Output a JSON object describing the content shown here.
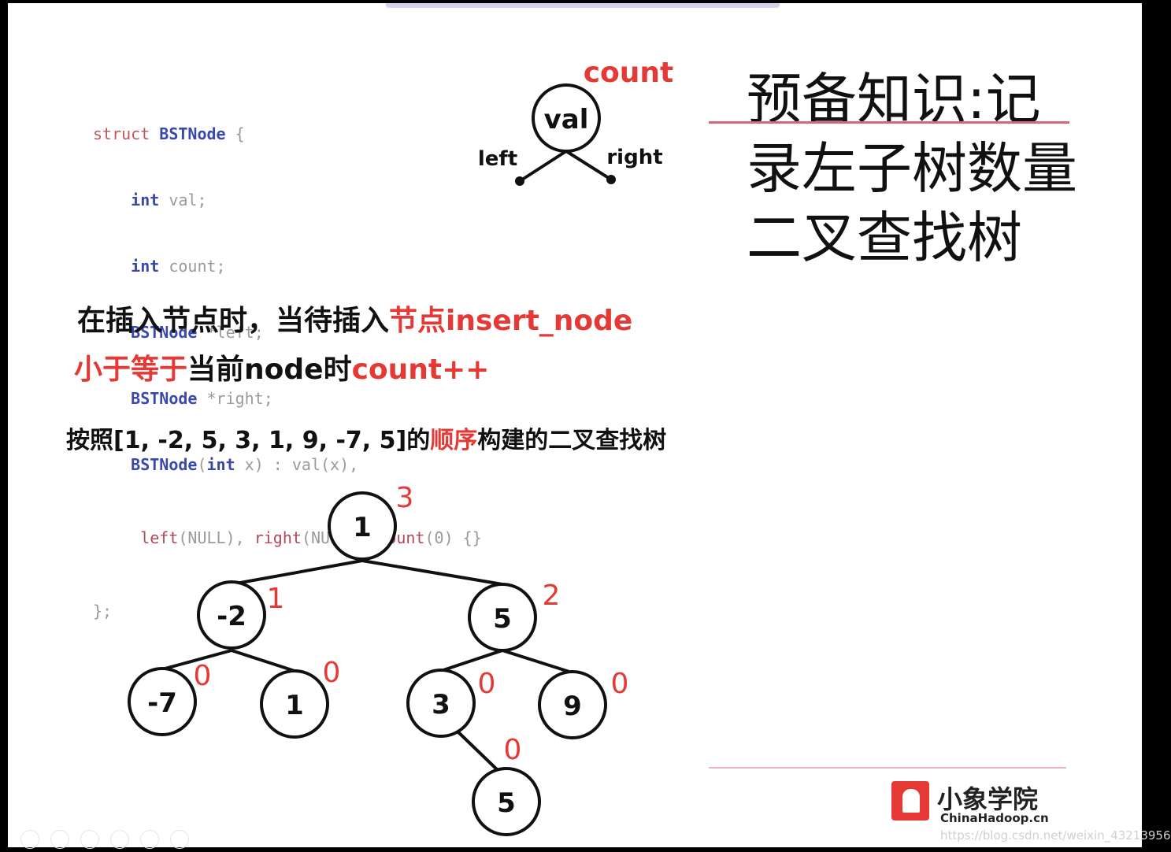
{
  "code": {
    "line1": {
      "kw": "struct",
      "name": "BSTNode",
      "rest": " {"
    },
    "line2": {
      "ty": "int",
      "rest": " val;"
    },
    "line3": {
      "ty": "int",
      "rest": " count;"
    },
    "line4": {
      "ty": "BSTNode",
      "rest": " *left;"
    },
    "line5": {
      "ty": "BSTNode",
      "rest": " *right;"
    },
    "line6": {
      "ty": "BSTNode",
      "p1": "(",
      "ty2": "int",
      "rest": " x) : val(x),"
    },
    "line7": {
      "f1": "left",
      "a1": "(NULL), ",
      "f2": "right",
      "a2": "(NULL), ",
      "f3": "count",
      "a3": "(0) {}"
    },
    "line8": "};"
  },
  "diagram": {
    "count_label": "count",
    "val_label": "val",
    "left_label": "left",
    "right_label": "right"
  },
  "title": {
    "line1": "预备知识:记",
    "line2": "录左子树数量",
    "line3": "二叉查找树"
  },
  "rule": {
    "part1": "在插入节点时，当待插入",
    "part2": "节点insert_node",
    "part3": "小于等于",
    "part4": "当前node时",
    "part5": "count++"
  },
  "caption": {
    "part1": "按照[1, -2, 5, 3, 1, 9, -7, 5]的",
    "part2": "顺序",
    "part3": "构建的二叉查找树"
  },
  "tree": {
    "nodes": [
      {
        "value": "1",
        "count": "3"
      },
      {
        "value": "-2",
        "count": "1"
      },
      {
        "value": "5",
        "count": "2"
      },
      {
        "value": "-7",
        "count": "0"
      },
      {
        "value": "1",
        "count": "0"
      },
      {
        "value": "3",
        "count": "0"
      },
      {
        "value": "9",
        "count": "0"
      },
      {
        "value": "5",
        "count": "0"
      }
    ]
  },
  "logo": {
    "cn": "小象学院",
    "en": "ChinaHadoop.cn"
  },
  "watermark": "https://blog.csdn.net/weixin_43213956",
  "colors": {
    "accent_red": "#e53935",
    "code_type": "#3949ab"
  }
}
